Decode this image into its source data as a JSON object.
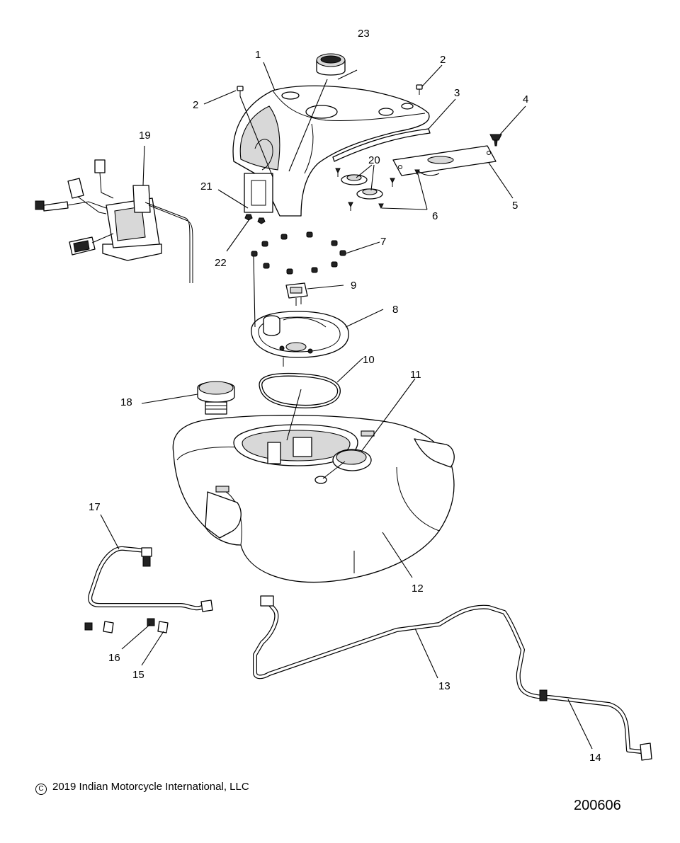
{
  "callouts": [
    "1",
    "2",
    "2",
    "3",
    "4",
    "5",
    "6",
    "7",
    "8",
    "9",
    "10",
    "11",
    "12",
    "13",
    "14",
    "15",
    "16",
    "17",
    "18",
    "19",
    "20",
    "21",
    "22",
    "23"
  ],
  "footer": {
    "copyright_symbol": "C",
    "copyright": "2019 Indian Motorcycle International, LLC",
    "figure_number": "200606"
  }
}
